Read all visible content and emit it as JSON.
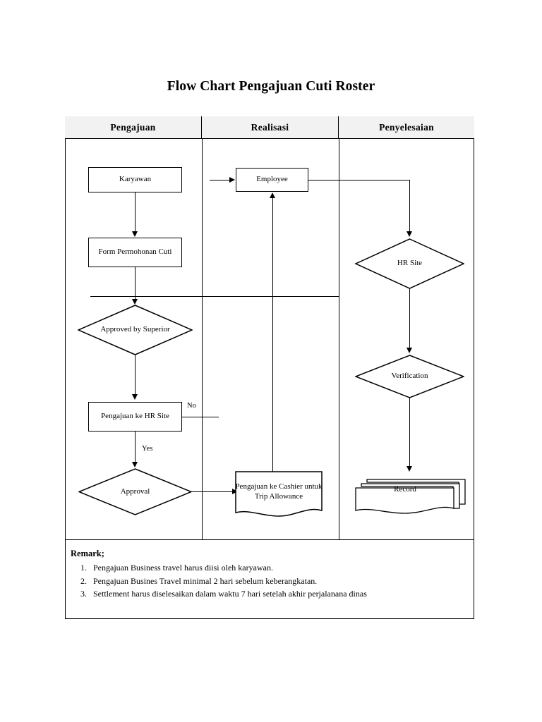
{
  "title": "Flow Chart Pengajuan Cuti Roster",
  "lanes": [
    {
      "label": "Pengajuan"
    },
    {
      "label": "Realisasi"
    },
    {
      "label": "Penyelesaian"
    }
  ],
  "nodes": {
    "karyawan": "Karyawan",
    "form_permohonan_cuti": "Form Permohonan Cuti",
    "approved_by_superior": "Approved by Superior",
    "pengajuan_ke_hr_site": "Pengajuan ke HR Site",
    "approval": "Approval",
    "employee": "Employee",
    "pengajuan_ke_cashier": "Pengajuan ke Cashier untuk Trip Allowance",
    "hr_site": "HR Site",
    "verification": "Verification",
    "record": "Record"
  },
  "edge_labels": {
    "no": "No",
    "yes": "Yes"
  },
  "remark": {
    "title": "Remark;",
    "items": [
      "Pengajuan Business travel harus diisi oleh karyawan.",
      "Pengajuan Busines Travel minimal 2 hari sebelum keberangkatan.",
      "Settlement harus diselesaikan dalam waktu 7 hari setelah akhir perjalanana dinas"
    ]
  },
  "colors": {
    "line": "#000000",
    "header_fill": "#f2f2f2",
    "background": "#ffffff"
  }
}
